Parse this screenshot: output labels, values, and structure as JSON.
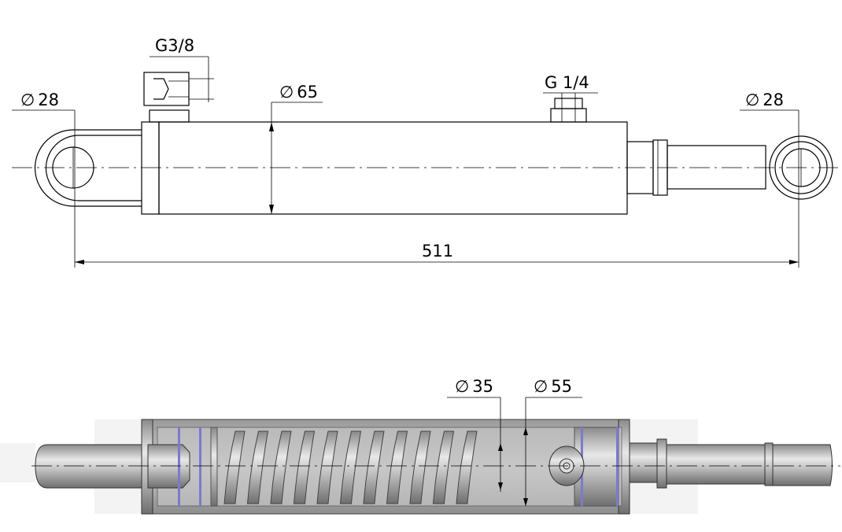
{
  "drawing": {
    "diameter_symbol": "∅",
    "top_view": {
      "left_eye_diameter": "28",
      "right_eye_diameter": "28",
      "barrel_diameter": "65",
      "overall_length": "511",
      "port_left": "G3/8",
      "port_right": "G 1/4"
    },
    "section_view": {
      "rod_diameter": "35",
      "bore_diameter": "55"
    }
  },
  "colors": {
    "seal": "#7a7ad0",
    "metal": "#a9a9a9",
    "background": "#f2f2f2"
  }
}
